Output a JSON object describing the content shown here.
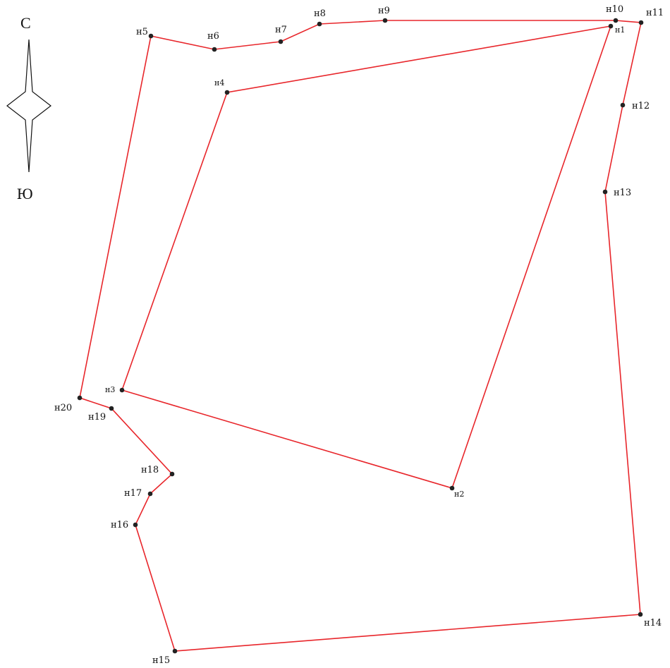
{
  "compass": {
    "north_label": "С",
    "south_label": "Ю"
  },
  "outer_contour": {
    "color": "#e8262b",
    "points": [
      {
        "label": "н5"
      },
      {
        "label": "н6"
      },
      {
        "label": "н7"
      },
      {
        "label": "н8"
      },
      {
        "label": "н9"
      },
      {
        "label": "н10"
      },
      {
        "label": "н11"
      },
      {
        "label": "н12"
      },
      {
        "label": "н13"
      },
      {
        "label": "н14"
      },
      {
        "label": "н15"
      },
      {
        "label": "н16"
      },
      {
        "label": "н17"
      },
      {
        "label": "н18"
      },
      {
        "label": "н19"
      },
      {
        "label": "н20"
      }
    ]
  },
  "inner_contour": {
    "color": "#e8262b",
    "points": [
      {
        "label": "н1"
      },
      {
        "label": "н2"
      },
      {
        "label": "н3"
      },
      {
        "label": "н4"
      }
    ]
  }
}
